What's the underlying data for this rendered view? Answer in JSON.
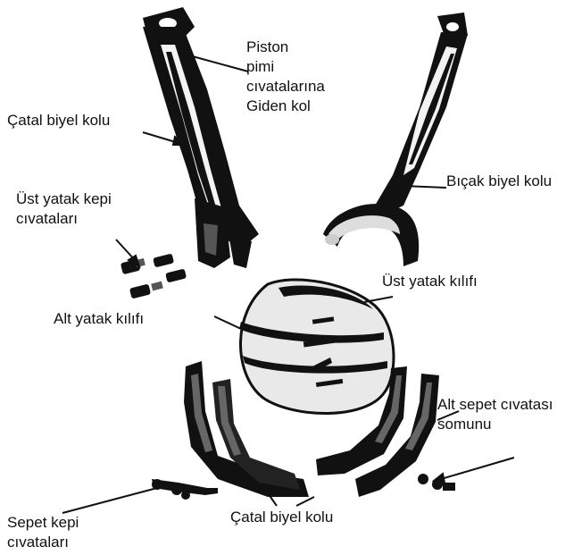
{
  "labels": {
    "piston_arm": {
      "word1": "Piston",
      "word2": "pimi",
      "line2": "cıvatalarına",
      "line3": "Giden kol"
    },
    "fork_rod_top": "Çatal biyel kolu",
    "blade_rod": "Bıçak biyel kolu",
    "upper_cap_bolts": {
      "line1": "Üst yatak kepi",
      "line2": "cıvataları"
    },
    "upper_shell": "Üst yatak kılıfı",
    "lower_shell": "Alt yatak kılıfı",
    "basket_nut": {
      "line1": "Alt sepet cıvatası",
      "line2": "somunu"
    },
    "basket_cap_bolts": {
      "line1": "Sepet kepi",
      "line2": "cıvataları"
    },
    "fork_rod_bottom": "Çatal biyel kolu"
  },
  "colors": {
    "ink": "#111111",
    "paper": "#ffffff",
    "metal_light": "#e9e9e9",
    "metal_mid": "#8a8a8a"
  }
}
